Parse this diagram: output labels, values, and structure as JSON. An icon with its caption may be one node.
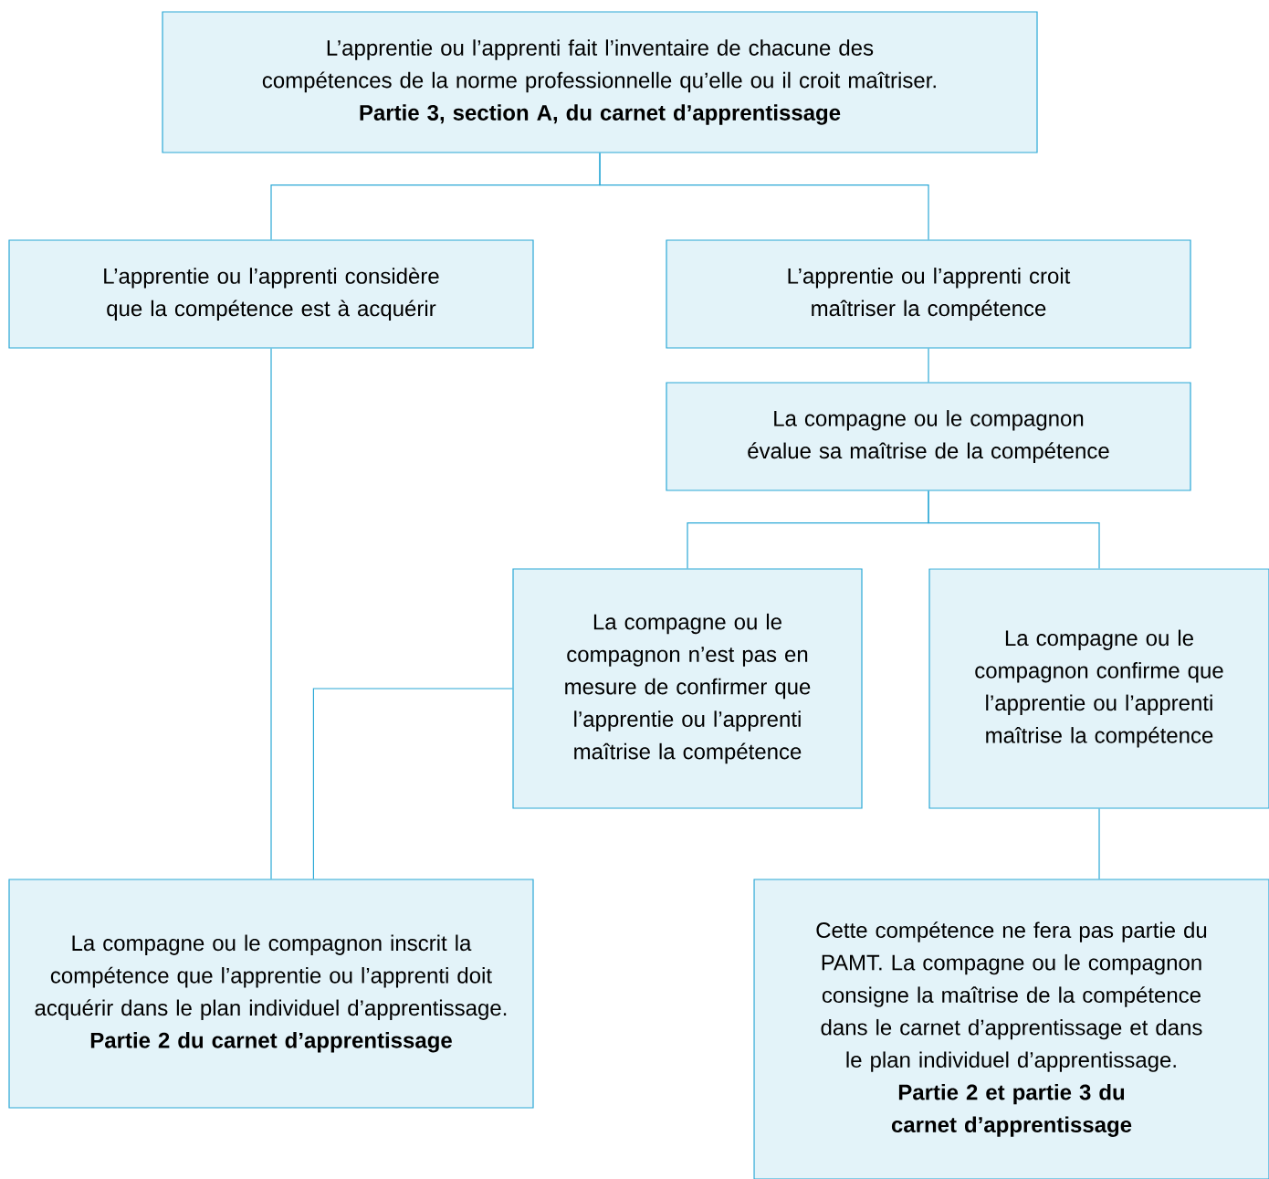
{
  "diagram": {
    "nodes": [
      {
        "text": [
          "L’apprentie ou l’apprenti fait l’inventaire de chacune des compétences de la norme professionnelle qu’elle ou il croit maîtriser.",
          "Partie 3, section A, du carnet d’apprentissage"
        ]
      },
      {
        "text": [
          "L’apprentie ou l’apprenti considère que la compétence est à acquérir"
        ]
      },
      {
        "text": [
          "L’apprentie ou l’apprenti croit maîtriser la compétence"
        ]
      },
      {
        "text": [
          "La compagne ou le compagnon évalue sa maîtrise de la compétence"
        ]
      },
      {
        "text": [
          "La compagne ou le compagnon n’est pas en mesure de confirmer que l’apprentie ou l’apprenti maîtrise la compétence"
        ]
      },
      {
        "text": [
          "La compagne ou le compagnon confirme que l’apprentie ou l’apprenti maîtrise la compétence"
        ]
      },
      {
        "text": [
          "La compagne ou le compagnon inscrit la compétence que l’apprentie ou l’apprenti doit acquérir dans le plan individuel d’apprentissage.",
          "Partie 2 du carnet d’apprentissage"
        ]
      },
      {
        "text": [
          "Cette compétence ne fera pas partie du PAMT. La compagne ou le compagnon consigne la maîtrise de la compétence dans le carnet d’apprentissage et dans le plan individuel d’apprentissage.",
          "Partie 2 et partie 3 du carnet d’apprentissage"
        ]
      }
    ],
    "edges": [
      {
        "from": 0,
        "to": 1,
        "arrow": "none"
      },
      {
        "from": 0,
        "to": 2,
        "arrow": "none"
      },
      {
        "from": 2,
        "to": 3,
        "arrow": "none"
      },
      {
        "from": 3,
        "to": 4,
        "arrow": "none"
      },
      {
        "from": 3,
        "to": 5,
        "arrow": "none"
      },
      {
        "from": 1,
        "to": 6,
        "arrow": "none"
      },
      {
        "from": 4,
        "to": 6,
        "arrow": "none"
      },
      {
        "from": 5,
        "to": 7,
        "arrow": "none"
      }
    ]
  }
}
